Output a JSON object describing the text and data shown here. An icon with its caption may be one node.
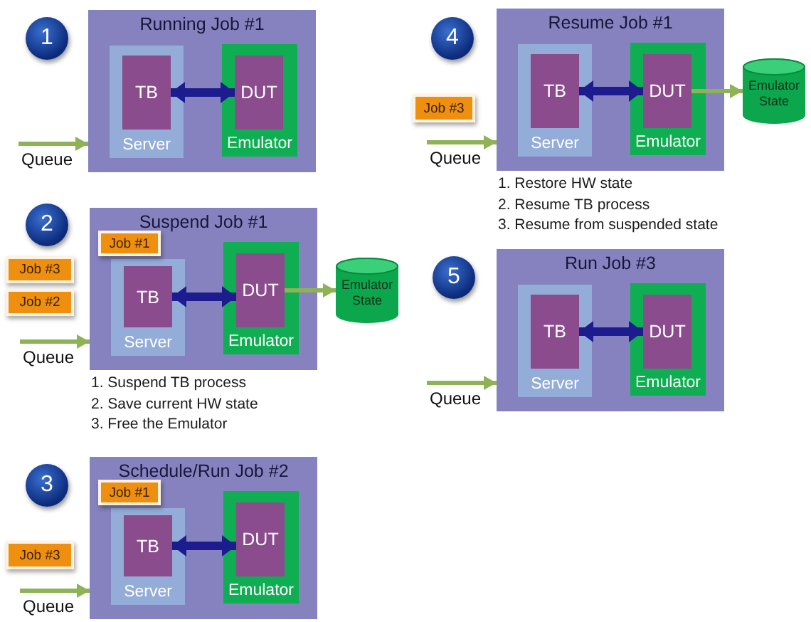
{
  "diagram": {
    "nodes": [
      {
        "text": [
          "1"
        ]
      },
      {
        "text": [
          "Running Job #1"
        ]
      },
      {
        "text": [
          "Server"
        ],
        "in": 1
      },
      {
        "text": [
          "TB"
        ],
        "in": 2
      },
      {
        "text": [
          "Emulator"
        ],
        "in": 1
      },
      {
        "text": [
          "DUT"
        ],
        "in": 4
      },
      {
        "text": [
          "2"
        ]
      },
      {
        "text": [
          "Suspend Job #1"
        ],
        "beside": [
          "1. Suspend TB process",
          "2. Save current HW state",
          "3. Free the Emulator"
        ]
      },
      {
        "text": [
          "Job #3"
        ]
      },
      {
        "text": [
          "Job #2"
        ]
      },
      {
        "text": [
          "Job #1"
        ],
        "in": 7
      },
      {
        "text": [
          "Server"
        ],
        "in": 7
      },
      {
        "text": [
          "TB"
        ],
        "in": 11
      },
      {
        "text": [
          "Emulator"
        ],
        "in": 7
      },
      {
        "text": [
          "DUT"
        ],
        "in": 13
      },
      {
        "text": [
          "Emulator State"
        ]
      },
      {
        "text": [
          "3"
        ]
      },
      {
        "text": [
          "Schedule/Run Job #2"
        ]
      },
      {
        "text": [
          "Job #3"
        ]
      },
      {
        "text": [
          "Job #1"
        ],
        "in": 17
      },
      {
        "text": [
          "Server"
        ],
        "in": 17
      },
      {
        "text": [
          "TB"
        ],
        "in": 20
      },
      {
        "text": [
          "Emulator"
        ],
        "in": 17
      },
      {
        "text": [
          "DUT"
        ],
        "in": 22
      },
      {
        "text": [
          "4"
        ]
      },
      {
        "text": [
          "Resume Job #1"
        ],
        "beside": [
          "1. Restore HW state",
          "2. Resume TB process",
          "3. Resume from suspended state"
        ]
      },
      {
        "text": [
          "Job #3"
        ]
      },
      {
        "text": [
          "Server"
        ],
        "in": 25
      },
      {
        "text": [
          "TB"
        ],
        "in": 27
      },
      {
        "text": [
          "Emulator"
        ],
        "in": 25
      },
      {
        "text": [
          "DUT"
        ],
        "in": 29
      },
      {
        "text": [
          "Emulator State"
        ]
      },
      {
        "text": [
          "5"
        ]
      },
      {
        "text": [
          "Run Job #3"
        ]
      },
      {
        "text": [
          "Server"
        ],
        "in": 33
      },
      {
        "text": [
          "TB"
        ],
        "in": 34
      },
      {
        "text": [
          "Emulator"
        ],
        "in": 33
      },
      {
        "text": [
          "DUT"
        ],
        "in": 36
      }
    ],
    "edges": [
      {
        "from": 3,
        "to": 5,
        "arrow": "both",
        "style": "thick",
        "color": "#1c1c8e"
      },
      {
        "from": null,
        "to": 1,
        "arrow": "to",
        "label": "Queue"
      },
      {
        "from": 12,
        "to": 14,
        "arrow": "both",
        "style": "thick",
        "color": "#1c1c8e"
      },
      {
        "from": null,
        "to": 7,
        "arrow": "to",
        "label": "Queue"
      },
      {
        "from": 14,
        "to": 15,
        "arrow": "to"
      },
      {
        "from": 21,
        "to": 23,
        "arrow": "both",
        "style": "thick",
        "color": "#1c1c8e"
      },
      {
        "from": null,
        "to": 17,
        "arrow": "to",
        "label": "Queue"
      },
      {
        "from": 28,
        "to": 30,
        "arrow": "both",
        "style": "thick",
        "color": "#1c1c8e"
      },
      {
        "from": null,
        "to": 25,
        "arrow": "to",
        "label": "Queue"
      },
      {
        "from": 30,
        "to": 31,
        "arrow": "to"
      },
      {
        "from": 35,
        "to": 37,
        "arrow": "both",
        "style": "thick",
        "color": "#1c1c8e"
      },
      {
        "from": null,
        "to": 33,
        "arrow": "to",
        "label": "Queue"
      }
    ]
  }
}
